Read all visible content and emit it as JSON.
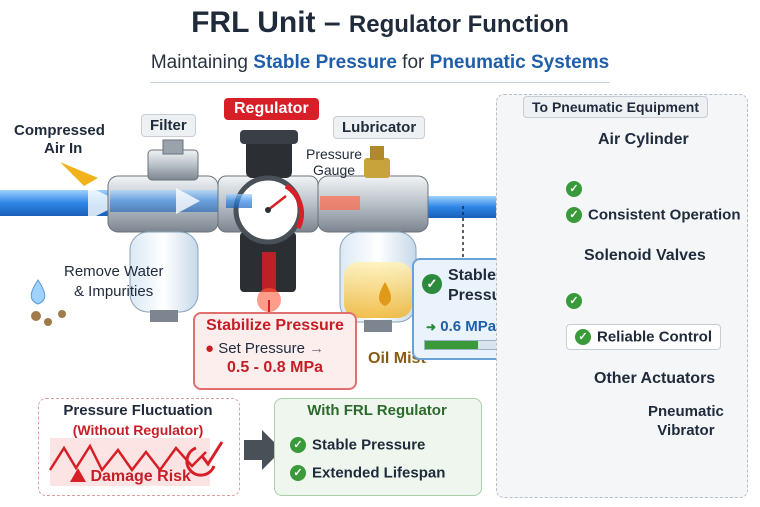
{
  "header": {
    "title_main": "FRL Unit",
    "title_dash": " – ",
    "title_rest": "Regulator Function",
    "subtitle_pre": "Maintaining ",
    "subtitle_b1": "Stable Pressure",
    "subtitle_mid": " for ",
    "subtitle_b2": "Pneumatic Systems"
  },
  "labels": {
    "compressed_1": "Compressed",
    "compressed_2": "Air In",
    "filter": "Filter",
    "regulator": "Regulator",
    "lubricator": "Lubricator",
    "gauge_1": "Pressure",
    "gauge_2": "Gauge",
    "remove_1": "Remove Water",
    "remove_2": "& Impurities",
    "oil_mist": "Oil Mist"
  },
  "stabilize": {
    "title": "Stabilize Pressure",
    "set_label": "Set Pressure",
    "range": "0.5 - 0.8 MPa"
  },
  "stable": {
    "line1": "Stable",
    "line2": "Pressure",
    "value": "0.6 MPa",
    "level_fraction": 0.6
  },
  "equipment": {
    "header": "To Pneumatic Equipment",
    "air_cylinder": "Air Cylinder",
    "consistent": "Consistent Operation",
    "solenoid": "Solenoid Valves",
    "reliable": "Reliable Control",
    "other": "Other Actuators",
    "vibrator_1": "Pneumatic",
    "vibrator_2": "Vibrator"
  },
  "fluctuation": {
    "title": "Pressure Fluctuation",
    "subtitle": "(Without Regulator)",
    "risk": "Damage Risk"
  },
  "frl": {
    "title": "With FRL Regulator",
    "item1": "Stable Pressure",
    "item2": "Extended Lifespan"
  },
  "colors": {
    "accent_blue": "#1f5ea8",
    "alert_red": "#d71f27",
    "ok_green": "#3a9a3a",
    "oil_orange": "#e09a1a"
  }
}
